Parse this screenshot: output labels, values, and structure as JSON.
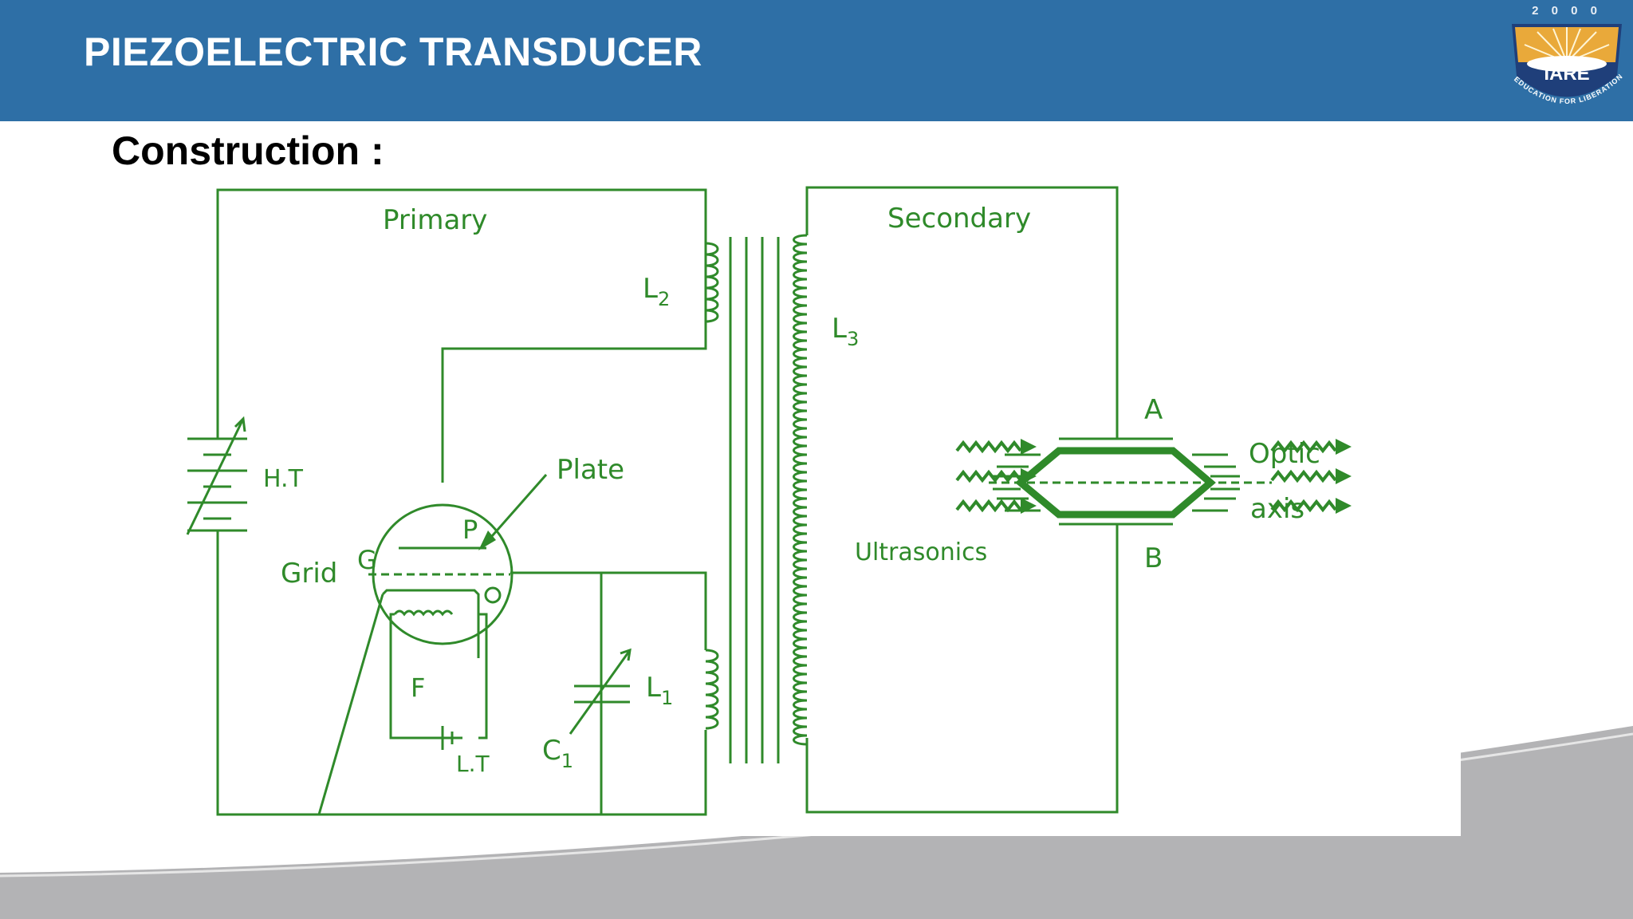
{
  "header": {
    "title": "PIEZOELECTRIC TRANSDUCER",
    "logo": {
      "text": "IARE",
      "year": "2 0 0 0",
      "motto": "EDUCATION FOR LIBERATION"
    }
  },
  "heading": "Construction :",
  "diagram": {
    "line_color": "#2f8a2a",
    "labels": {
      "primary": "Primary",
      "secondary": "Secondary",
      "l2": "L",
      "l2_sub": "2",
      "l3": "L",
      "l3_sub": "3",
      "l1": "L",
      "l1_sub": "1",
      "c1": "C",
      "c1_sub": "1",
      "ht": "H.T",
      "plate": "Plate",
      "p": "P",
      "g": "G",
      "grid": "Grid",
      "f": "F",
      "lt": "L.T",
      "ultrasonics": "Ultrasonics",
      "a": "A",
      "b": "B",
      "optic": "Optic",
      "axis": "axis"
    }
  },
  "colors": {
    "header_bg": "#2e6fa6",
    "diagram_green": "#2f8a2a"
  }
}
